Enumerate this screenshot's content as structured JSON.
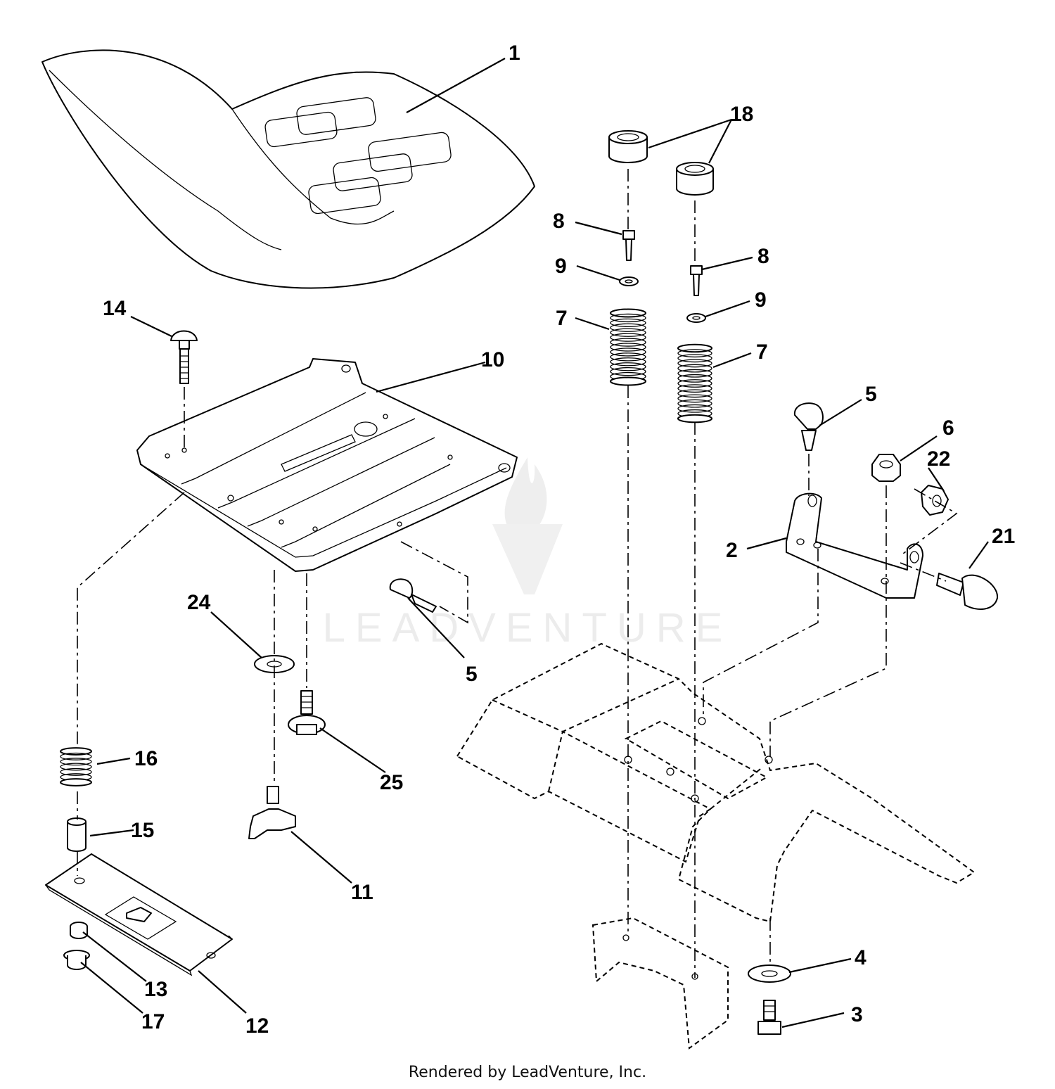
{
  "diagram": {
    "callouts": [
      {
        "id": "c1",
        "text": "1"
      },
      {
        "id": "c18",
        "text": "18"
      },
      {
        "id": "c8a",
        "text": "8"
      },
      {
        "id": "c8b",
        "text": "8"
      },
      {
        "id": "c9a",
        "text": "9"
      },
      {
        "id": "c9b",
        "text": "9"
      },
      {
        "id": "c7a",
        "text": "7"
      },
      {
        "id": "c7b",
        "text": "7"
      },
      {
        "id": "c14",
        "text": "14"
      },
      {
        "id": "c10",
        "text": "10"
      },
      {
        "id": "c5a",
        "text": "5"
      },
      {
        "id": "c6",
        "text": "6"
      },
      {
        "id": "c22",
        "text": "22"
      },
      {
        "id": "c2",
        "text": "2"
      },
      {
        "id": "c21",
        "text": "21"
      },
      {
        "id": "c24",
        "text": "24"
      },
      {
        "id": "c5b",
        "text": "5"
      },
      {
        "id": "c25",
        "text": "25"
      },
      {
        "id": "c16",
        "text": "16"
      },
      {
        "id": "c15",
        "text": "15"
      },
      {
        "id": "c11",
        "text": "11"
      },
      {
        "id": "c13",
        "text": "13"
      },
      {
        "id": "c17",
        "text": "17"
      },
      {
        "id": "c12",
        "text": "12"
      },
      {
        "id": "c4",
        "text": "4"
      },
      {
        "id": "c3",
        "text": "3"
      }
    ],
    "watermark": "LEADVENTURE"
  },
  "footer": {
    "credit": "Rendered by LeadVenture, Inc."
  }
}
